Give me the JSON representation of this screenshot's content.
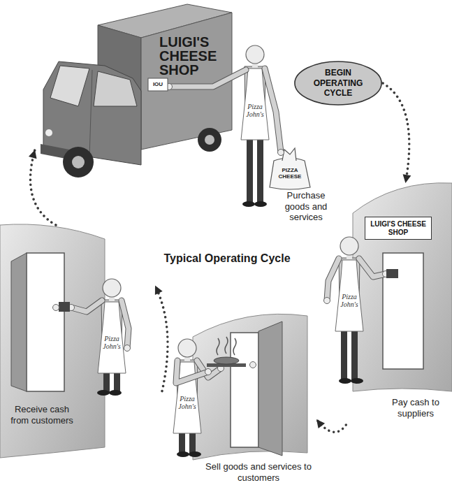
{
  "diagram": {
    "title": "Typical Operating Cycle",
    "nodes": [
      {
        "text": [
          "LUIGI'S CHEESE SHOP"
        ]
      },
      {
        "text": [
          "BEGIN OPERATING CYCLE"
        ]
      },
      {
        "text": [
          "Pay cash to suppliers"
        ]
      },
      {
        "text": [
          "LUIGI'S CHEESE SHOP"
        ],
        "in": 2
      },
      {
        "text": [
          "Sell goods and services to customers"
        ]
      },
      {
        "text": [
          "Receive cash from customers"
        ]
      }
    ],
    "edges": [
      {
        "from": 1,
        "to": 2,
        "arrow": "to"
      },
      {
        "from": 2,
        "to": 4,
        "arrow": "to"
      },
      {
        "from": 4,
        "to": 5,
        "arrow": "to"
      },
      {
        "from": 5,
        "to": 0,
        "arrow": "to"
      }
    ],
    "labels": [
      "Pizza John's",
      "IOU",
      "PIZZA CHEESE",
      "Purchase goods and services",
      "Pizza John's",
      "Pizza John's",
      "Pizza John's"
    ]
  }
}
